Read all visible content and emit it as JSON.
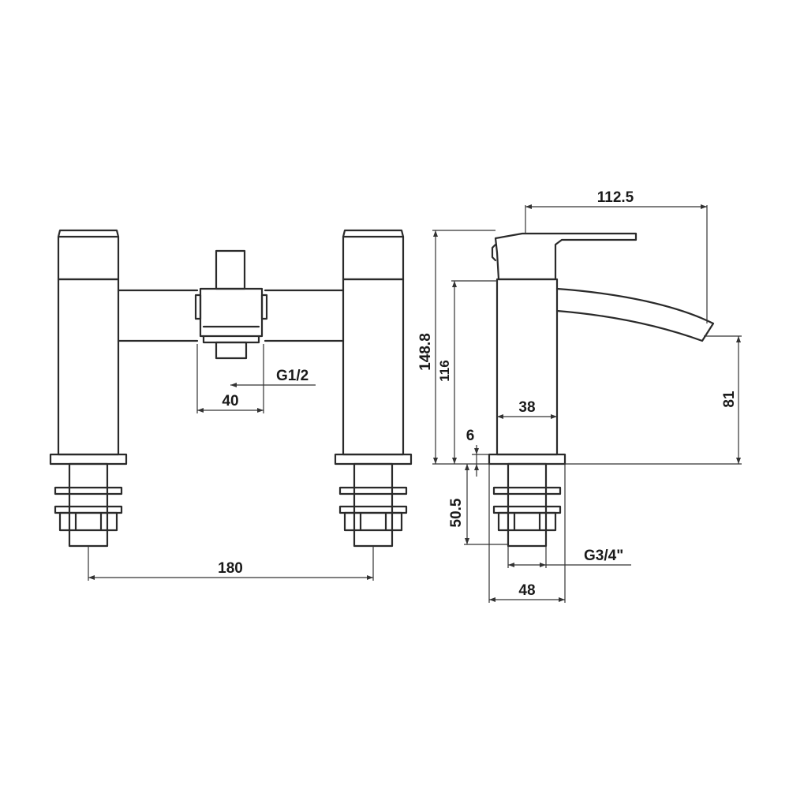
{
  "front_view": {
    "dim_spacing": "180",
    "dim_outlet_width": "40",
    "outlet_thread": "G1/2"
  },
  "side_view": {
    "dim_projection": "112.5",
    "dim_total_height": "148.8",
    "dim_body_height": "116",
    "dim_body_width": "38",
    "dim_base_plate": "6",
    "dim_shank_length": "50.5",
    "dim_spout_height": "81",
    "shank_thread": "G3/4\"",
    "dim_base_width": "48"
  },
  "colors": {
    "line": "#2a2a2a",
    "text": "#1a1a1a",
    "background": "#ffffff"
  }
}
